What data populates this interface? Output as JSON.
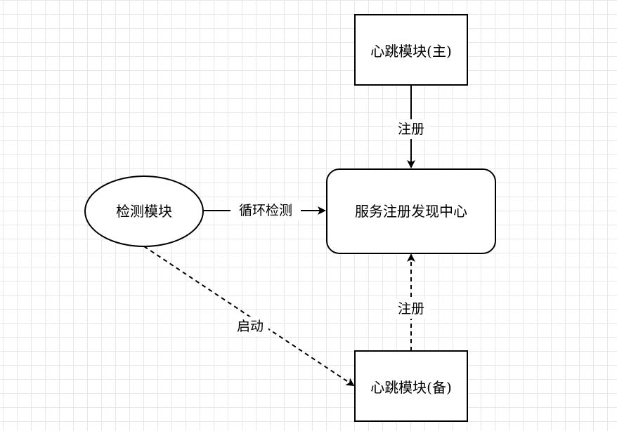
{
  "diagram": {
    "nodes": {
      "heartbeat_primary": "心跳模块(主)",
      "registry": "服务注册发现中心",
      "detector": "检测模块",
      "heartbeat_backup": "心跳模块(备)"
    },
    "edges": {
      "primary_register": "注册",
      "loop_check": "循环检测",
      "start": "启动",
      "backup_register": "注册"
    },
    "colors": {
      "stroke": "#000000",
      "fill": "#ffffff",
      "grid": "#e8e8e8"
    }
  }
}
